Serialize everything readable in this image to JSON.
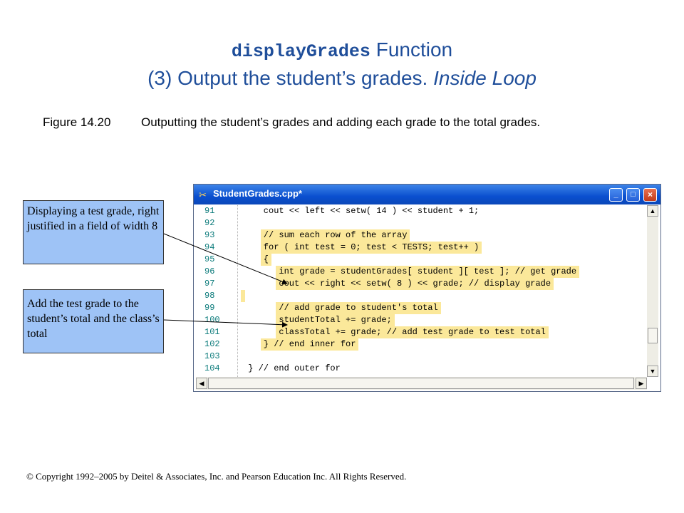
{
  "title": {
    "code": "displayGrades",
    "suffix": " Function",
    "line2_plain": "(3) Output the student’s grades. ",
    "line2_italic": "Inside Loop"
  },
  "caption": {
    "label": "Figure 14.20",
    "text": "Outputting the student’s grades and adding each grade to the total grades."
  },
  "window": {
    "title": "StudentGrades.cpp*",
    "app_icon": "✂",
    "minimize": "_",
    "maximize": "□",
    "close": "×"
  },
  "code_lines": [
    {
      "num": "91",
      "text": "    cout << left << setw( 14 ) << student + 1;",
      "highlight": false
    },
    {
      "num": "92",
      "text": "",
      "highlight": false
    },
    {
      "num": "93",
      "text": "    // sum each row of the array",
      "highlight": true
    },
    {
      "num": "94",
      "text": "    for ( int test = 0; test < TESTS; test++ )",
      "highlight": true
    },
    {
      "num": "95",
      "text": "    {",
      "highlight": true
    },
    {
      "num": "96",
      "text": "       int grade = studentGrades[ student ][ test ]; // get grade",
      "highlight": true
    },
    {
      "num": "97",
      "text": "       cout << right << setw( 8 ) << grade; // display grade",
      "highlight": true
    },
    {
      "num": "98",
      "text": "",
      "highlight": true
    },
    {
      "num": "99",
      "text": "       // add grade to student's total",
      "highlight": true
    },
    {
      "num": "100",
      "text": "       studentTotal += grade;",
      "highlight": true
    },
    {
      "num": "101",
      "text": "       classTotal += grade; // add test grade to test total",
      "highlight": true
    },
    {
      "num": "102",
      "text": "    } // end inner for",
      "highlight": true
    },
    {
      "num": "103",
      "text": "",
      "highlight": false
    },
    {
      "num": "104",
      "text": " } // end outer for",
      "highlight": false
    }
  ],
  "callouts": [
    {
      "text": "Displaying a test grade, right justified in a field of width 8"
    },
    {
      "text": "Add the test grade to the student’s total and the class’s total"
    }
  ],
  "scroll": {
    "up": "▲",
    "down": "▼",
    "left": "◀",
    "right": "▶"
  },
  "copyright": "© Copyright 1992–2005 by Deitel & Associates, Inc. and Pearson Education Inc. All Rights Reserved.",
  "colors": {
    "title": "#1f4e9a",
    "highlight": "#fbe89a",
    "callout": "#9ec3f6",
    "titlebar": "#0a4fcf",
    "line_numbers": "#0a7a7a"
  }
}
